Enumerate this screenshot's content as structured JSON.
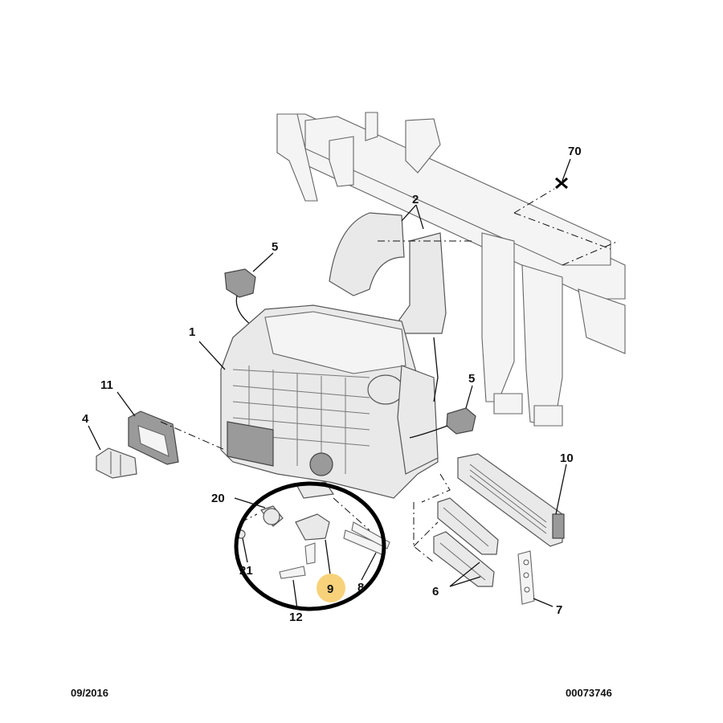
{
  "callouts": [
    {
      "id": "70",
      "label": "70"
    },
    {
      "id": "2",
      "label": "2"
    },
    {
      "id": "5a",
      "label": "5"
    },
    {
      "id": "1",
      "label": "1"
    },
    {
      "id": "11",
      "label": "11"
    },
    {
      "id": "4",
      "label": "4"
    },
    {
      "id": "5b",
      "label": "5"
    },
    {
      "id": "10",
      "label": "10"
    },
    {
      "id": "20",
      "label": "20"
    },
    {
      "id": "21",
      "label": "21"
    },
    {
      "id": "9",
      "label": "9"
    },
    {
      "id": "8",
      "label": "8"
    },
    {
      "id": "12",
      "label": "12"
    },
    {
      "id": "6",
      "label": "6"
    },
    {
      "id": "7",
      "label": "7"
    }
  ],
  "highlight_color": "#f7d27a",
  "footer": {
    "date": "09/2016",
    "reference": "00073746"
  }
}
